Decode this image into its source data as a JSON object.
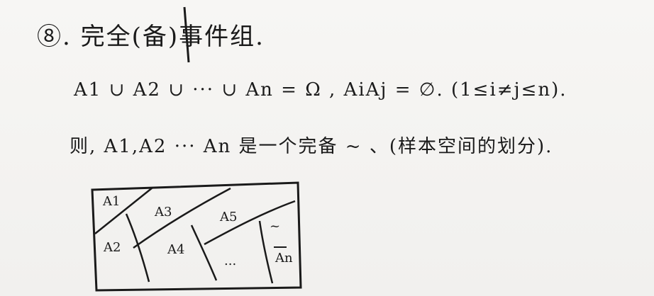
{
  "title": "⑧. 完全(备)事件组.",
  "formula": "A1 ∪ A2 ∪ ··· ∪ An = Ω , AiAj = ∅. (1≤i≠j≤n).",
  "statement": "则, A1,A2 ··· An 是一个完备 ~ 、(样本空间的划分).",
  "diagram": {
    "regions": [
      "A1",
      "A3",
      "A5",
      "A2",
      "A4",
      "...",
      "An"
    ],
    "squiggle": "~"
  }
}
